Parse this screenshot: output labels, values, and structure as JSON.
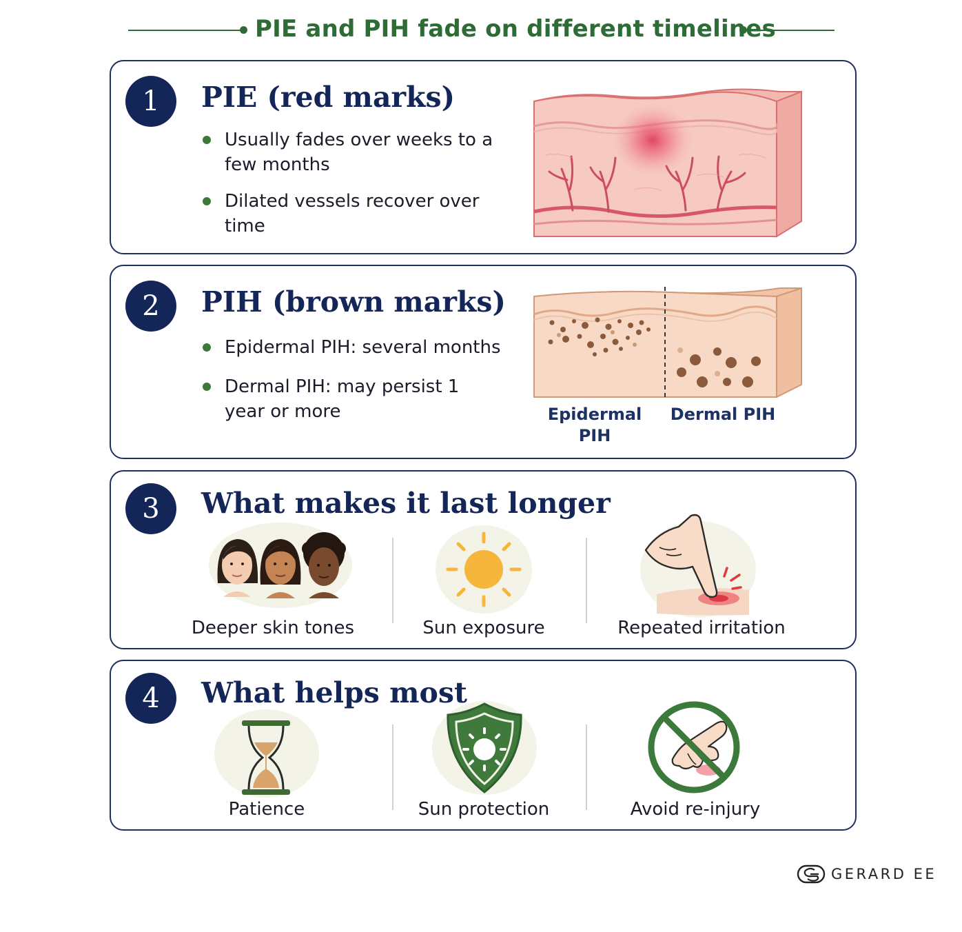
{
  "header": {
    "title": "PIE and PIH fade on different timelines"
  },
  "cards": [
    {
      "number": "1",
      "title": "PIE (red marks)",
      "bullets": [
        "Usually fades over weeks to a few months",
        "Dilated vessels recover over time"
      ]
    },
    {
      "number": "2",
      "title": "PIH (brown marks)",
      "bullets": [
        "Epidermal PIH: several months",
        "Dermal PIH: may persist 1 year or more"
      ],
      "diagram_labels": {
        "left": "Epidermal PIH",
        "right": "Dermal PIH"
      }
    },
    {
      "number": "3",
      "title": "What makes it last longer",
      "items": [
        {
          "label": "Deeper skin tones",
          "icon": "skin-tones-faces-icon"
        },
        {
          "label": "Sun exposure",
          "icon": "sun-icon"
        },
        {
          "label": "Repeated irritation",
          "icon": "finger-poking-skin-icon"
        }
      ]
    },
    {
      "number": "4",
      "title": "What helps most",
      "items": [
        {
          "label": "Patience",
          "icon": "hourglass-icon"
        },
        {
          "label": "Sun protection",
          "icon": "sun-shield-icon"
        },
        {
          "label": "Avoid re-injury",
          "icon": "no-touching-icon"
        }
      ]
    }
  ],
  "brand": {
    "name": "GERARD EE",
    "icon": "gerard-ee-logo-icon"
  },
  "colors": {
    "navy": "#142557",
    "green": "#2f6b36",
    "pie_pink": "#f3b6ad",
    "pih_tan": "#f4d2bd",
    "spot_brown": "#8a5a3b"
  }
}
